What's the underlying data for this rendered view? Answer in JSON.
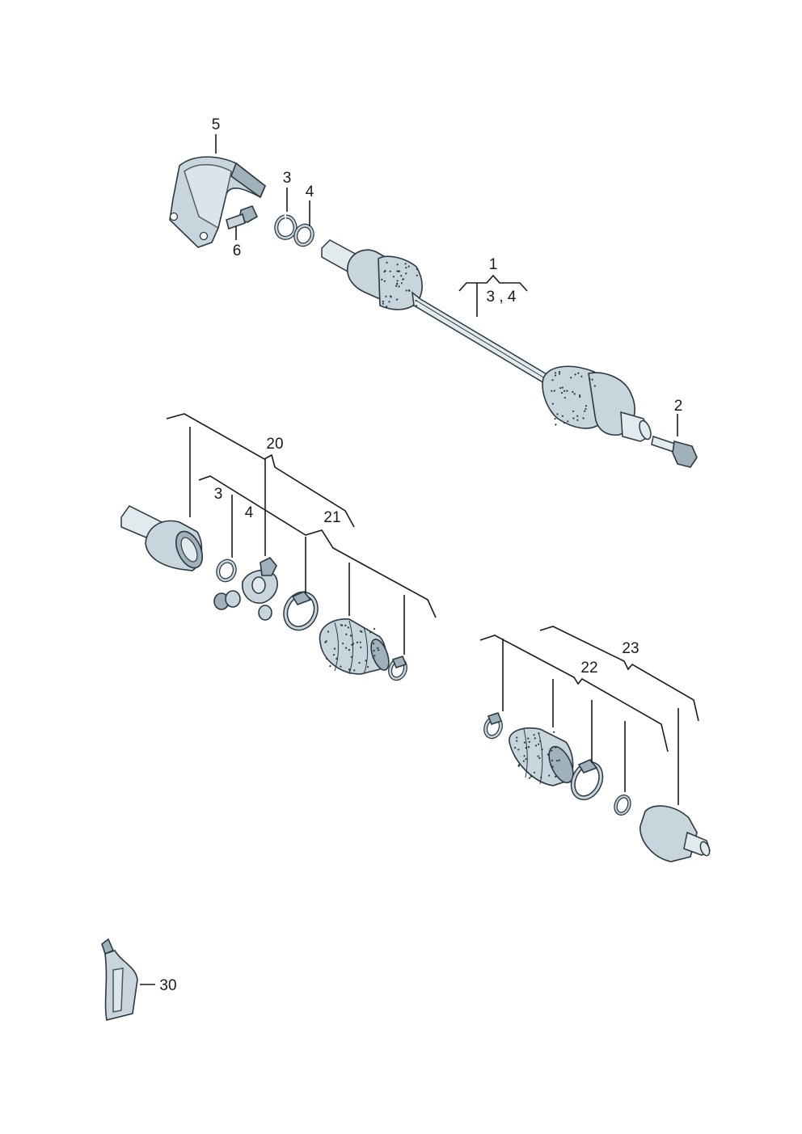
{
  "callouts": {
    "c1": "1",
    "c1_sub": "3 , 4",
    "c2": "2",
    "c3_top": "3",
    "c4_top": "4",
    "c5": "5",
    "c6": "6",
    "c20": "20",
    "c3_mid": "3",
    "c4_mid": "4",
    "c21": "21",
    "c22": "22",
    "c23": "23",
    "c30": "30"
  },
  "colors": {
    "part_fill": "#c9d5dc",
    "part_dark": "#9fb1bb",
    "outline": "#2a3840"
  }
}
